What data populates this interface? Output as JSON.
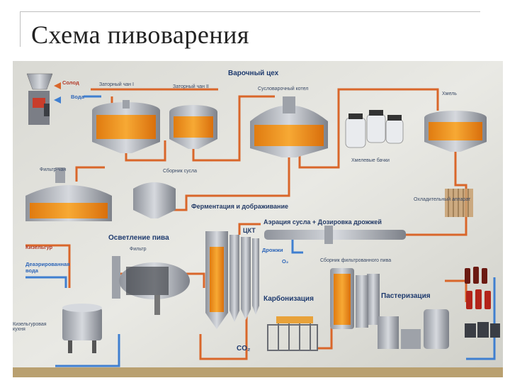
{
  "slide": {
    "title": "Схема пивоварения"
  },
  "diagram": {
    "header": "Варочный цех",
    "inputs": {
      "malt": "Солод",
      "water": "Вода",
      "kieselguhr": "Кизельгур",
      "deaerated_water": "Деаэрированная вода",
      "yeast": "Дрожжи",
      "o2": "O₂",
      "co2": "CO₂"
    },
    "equipment": {
      "mash_tun_1": "Заторный чан I",
      "mash_tun_2": "Заторный чан II",
      "wort_kettle": "Сусловарочный котел",
      "hops": "Хмель",
      "yeast_tanks": "Хмелевые бачки",
      "lauter_tun": "Фильтр-чан",
      "wort_collector": "Сборник сусла",
      "plate_cooler": "Охладительный аппарат",
      "cct": "ЦКТ",
      "filter": "Фильтр",
      "filtered_tank": "Сборник фильтрованного пива",
      "kieselguhr_tank": "Кизельгуровая кухня"
    },
    "stages": {
      "fermentation": "Ферментация и дображивание",
      "aeration": "Аэрация сусла + Дозировка дрожжей",
      "clarification": "Осветление пива",
      "carbonization": "Карбонизация",
      "pasteurization": "Пастеризация"
    },
    "colors": {
      "beer": "#f39a1e",
      "pipe_orange": "#d9662a",
      "pipe_blue": "#3f7fd0",
      "steel": "#b8bcc4",
      "poster_bg": "#e2e2dc"
    }
  }
}
